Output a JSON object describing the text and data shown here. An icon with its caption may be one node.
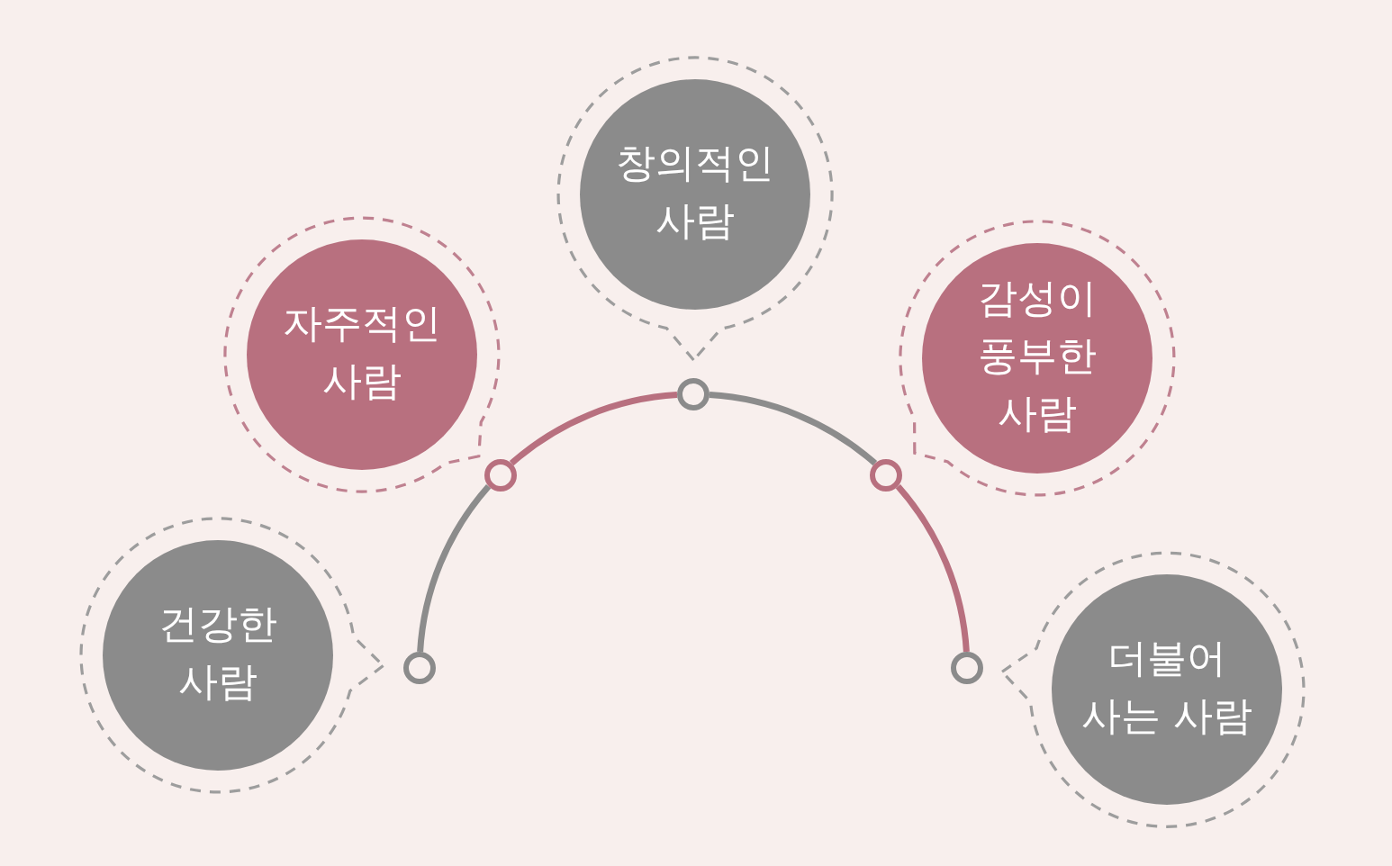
{
  "diagram": {
    "nodes": [
      {
        "text": [
          "건강한 사람"
        ]
      },
      {
        "text": [
          "자주적인 사람"
        ]
      },
      {
        "text": [
          "창의적인 사람"
        ]
      },
      {
        "text": [
          "감성이 풍부한 사람"
        ]
      },
      {
        "text": [
          "더불어 사는 사람"
        ]
      },
      {
        "text": [],
        "shape": "circle"
      },
      {
        "text": [],
        "shape": "circle"
      },
      {
        "text": [],
        "shape": "circle"
      },
      {
        "text": [],
        "shape": "circle"
      },
      {
        "text": [],
        "shape": "circle"
      }
    ],
    "edges": [
      {
        "from": 5,
        "to": 6,
        "arrow": "none",
        "color": "#8c8c8c"
      },
      {
        "from": 6,
        "to": 7,
        "arrow": "none",
        "color": "#b8707f"
      },
      {
        "from": 7,
        "to": 8,
        "arrow": "none",
        "color": "#8c8c8c"
      },
      {
        "from": 8,
        "to": 9,
        "arrow": "none",
        "color": "#b8707f"
      }
    ]
  }
}
